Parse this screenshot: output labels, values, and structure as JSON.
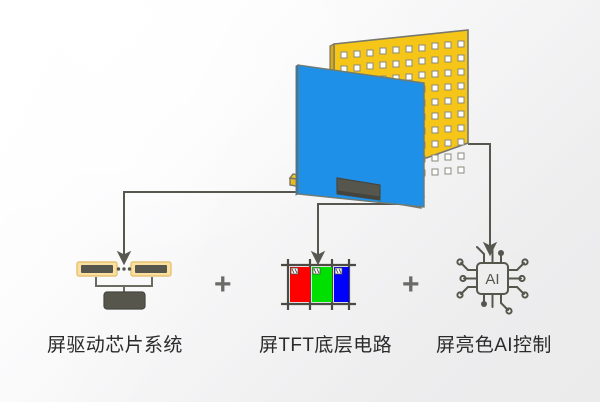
{
  "diagram": {
    "title_text": "",
    "background": {
      "base_color": "#f0f0f1",
      "highlight_color": "#ffffff"
    },
    "colors": {
      "screen_blue": "#1e90e8",
      "panel_yellow": "#f5c518",
      "bezel_yellow": "#edb91c",
      "chip_gray": "#56564d",
      "line_gray": "#575750",
      "led_white": "#ffffff",
      "subpixel_red": "#ff0000",
      "subpixel_green": "#00e000",
      "subpixel_blue": "#0000ff",
      "chip_pad_cream": "#fbdf9e",
      "text_gray": "#2b2b2b",
      "plus_gray": "#6a6a68"
    },
    "main_device": {
      "name": "tv-display-exploded-view",
      "screen_label": "",
      "backlight_panel_label": "",
      "led_grid": {
        "columns": 10,
        "rows": 10
      },
      "driver_module_label": ""
    },
    "operators": [
      {
        "symbol": "+"
      },
      {
        "symbol": "+"
      }
    ],
    "components": [
      {
        "id": "driver-chip-system",
        "label": "屏驱动芯片系统",
        "icon": "driver-chip-array-icon",
        "ellipsis": "• • •"
      },
      {
        "id": "tft-backplane-circuit",
        "label": "屏TFT底层电路",
        "icon": "rgb-subpixel-grid-icon",
        "subpixels": [
          "R",
          "G",
          "B"
        ]
      },
      {
        "id": "ai-color-control",
        "label": "屏亮色AI控制",
        "icon": "ai-chip-icon",
        "chip_text": "AI"
      }
    ],
    "connectors": [
      {
        "id": "connector-driver",
        "from": "tv-driver-module",
        "to": "driver-chip-system"
      },
      {
        "id": "connector-tft",
        "from": "tv-screen-bottom",
        "to": "tft-backplane-circuit"
      },
      {
        "id": "connector-ai",
        "from": "tv-backlight-panel",
        "to": "ai-color-control"
      }
    ]
  }
}
